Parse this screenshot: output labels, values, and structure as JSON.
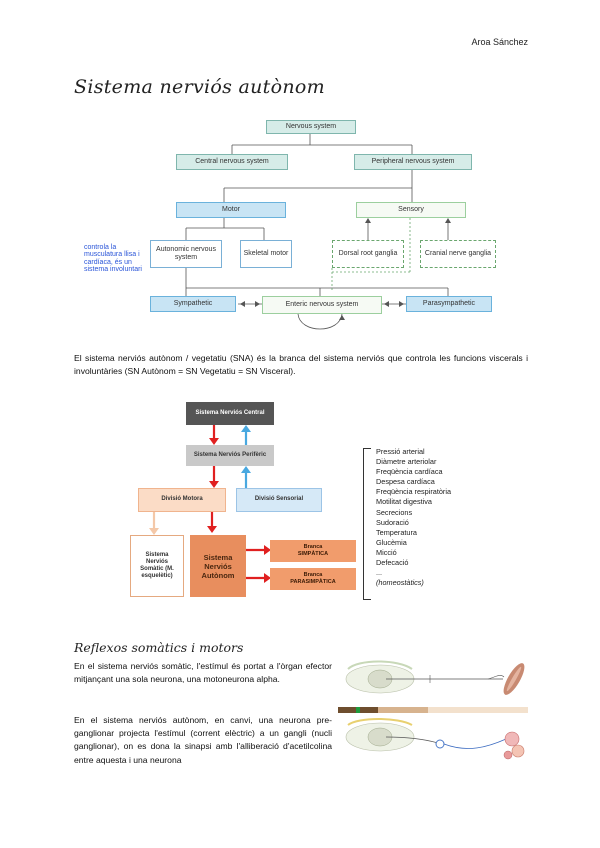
{
  "header": {
    "author": "Aroa Sánchez"
  },
  "title": "Sistema nerviós autònom",
  "diagram1": {
    "nervous_system": "Nervous system",
    "central": "Central nervous system",
    "peripheral": "Peripheral nervous system",
    "motor": "Motor",
    "sensory": "Sensory",
    "autonomic": "Autonomic nervous system",
    "skeletal": "Skeletal motor",
    "dorsal": "Dorsal root ganglia",
    "cranial": "Cranial nerve ganglia",
    "sympathetic": "Sympathetic",
    "enteric": "Enteric nervous system",
    "parasympathetic": "Parasympathetic",
    "note": "controla la musculatura llisa i cardíaca, és un sistema involuntari"
  },
  "paragraph1": "El sistema nerviós autònom / vegetatiu (SNA) és la branca del sistema nerviós que controla les funcions viscerals i involuntàries (SN Autònom = SN Vegetatiu = SN Visceral).",
  "diagram2": {
    "snc": "Sistema Nerviós Central",
    "snp": "Sistema Nerviós Perifèric",
    "motora": "Divisió Motora",
    "sensorial": "Divisió Sensorial",
    "somatic": "Sistema Nerviós Somàtic (M. esquelètic)",
    "autonom": "Sistema Nerviós Autònom",
    "simpatica_1": "Branca",
    "simpatica_2": "SIMPÀTICA",
    "parasimpatica_1": "Branca",
    "parasimpatica_2": "PARASIMPÀTICA",
    "functions": [
      "Pressió arterial",
      "Diàmetre arteriolar",
      "Freqüència cardíaca",
      "Despesa cardíaca",
      "Freqüència respiratòria",
      "Motilitat digestiva",
      "Secrecions",
      "Sudoració",
      "Temperatura",
      "Glucèmia",
      "Micció",
      "Defecació",
      "...",
      "(homeostàtics)"
    ]
  },
  "section": {
    "title": "Reflexos somàtics i motors",
    "para_somatic": "En el sistema nerviós somàtic, l'estímul és portat a l'òrgan efector mitjançant una sola neurona, una motoneurona alpha.",
    "para_autonomic": "En el sistema nerviós autònom, en canvi, una neurona pre-ganglionar projecta l'estímul (corrent elèctric) a un gangli (nucli ganglionar), on es dona la sinapsi amb l'alliberació d'acetilcolina entre aquesta i una neurona"
  },
  "colors": {
    "teal": "#d6ece8",
    "blue": "#c8e4f4",
    "red_arrow": "#e02020",
    "blue_arrow": "#48a8e0",
    "orange": "#e88e5e",
    "note_blue": "#2a55d8"
  }
}
